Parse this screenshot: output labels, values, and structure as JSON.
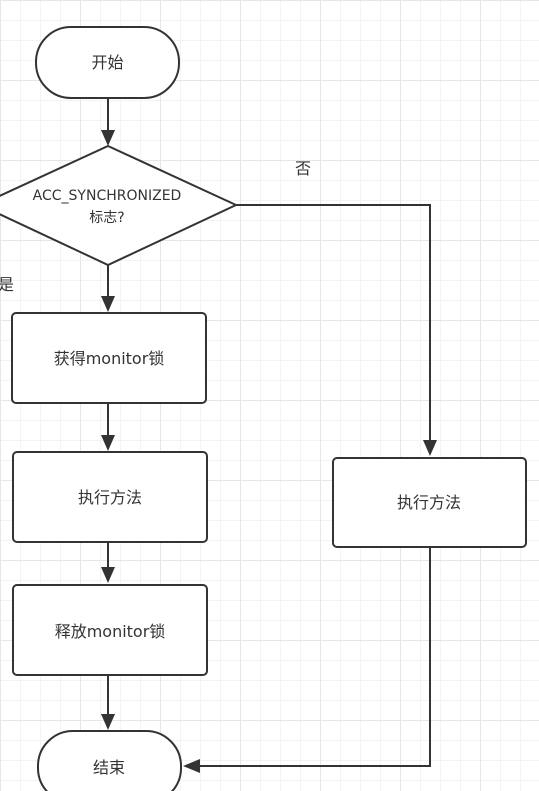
{
  "flowchart": {
    "start": "开始",
    "decision": {
      "line1": "ACC_SYNCHRONIZED",
      "line2": "标志?"
    },
    "branch_yes": "是",
    "branch_no": "否",
    "acquire": "获得monitor锁",
    "execute_left": "执行方法",
    "release": "释放monitor锁",
    "execute_right": "执行方法",
    "end": "结束"
  },
  "colors": {
    "stroke": "#333333",
    "grid": "#e6e6e6",
    "background": "#ffffff"
  }
}
